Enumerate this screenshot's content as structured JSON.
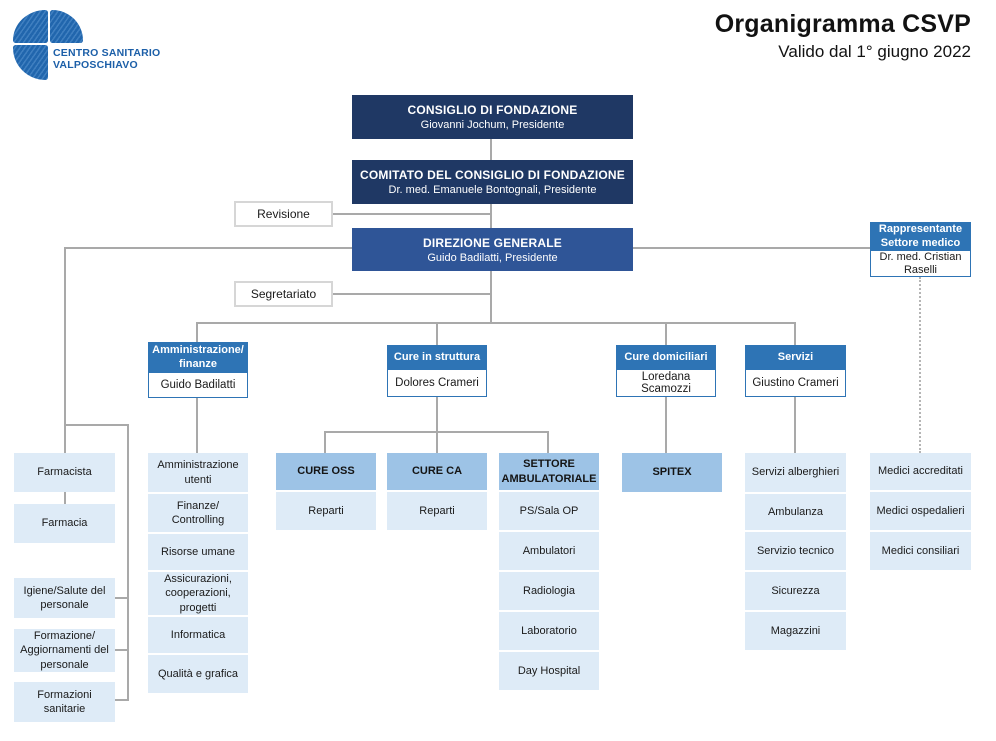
{
  "logo": {
    "line1": "CENTRO SANITARIO",
    "line2": "VALPOSCHIAVO"
  },
  "header": {
    "title": "Organigramma CSVP",
    "subtitle": "Valido dal 1° giugno 2022"
  },
  "colors": {
    "navy": "#1f3864",
    "direzione_blue": "#2f5597",
    "dept_blue": "#2e74b5",
    "mid_blue": "#9dc3e6",
    "pale_blue": "#deebf7",
    "line_gray": "#a9a9a9",
    "logo_blue": "#1c5fa8"
  },
  "boxes": {
    "consiglio": {
      "title": "CONSIGLIO DI FONDAZIONE",
      "person": "Giovanni Jochum, Presidente"
    },
    "comitato": {
      "title": "COMITATO DEL CONSIGLIO DI FONDAZIONE",
      "person": "Dr. med. Emanuele Bontognali, Presidente"
    },
    "revisione": {
      "label": "Revisione"
    },
    "direzione": {
      "title": "DIREZIONE GENERALE",
      "person": "Guido Badilatti, Presidente"
    },
    "segretariato": {
      "label": "Segretariato"
    },
    "rappresentante": {
      "title": "Rappresentante Settore medico",
      "person": "Dr. med. Cristian Raselli"
    }
  },
  "departments": [
    {
      "title": "Amministrazione/ finanze",
      "person": "Guido Badilatti"
    },
    {
      "title": "Cure in struttura",
      "person": "Dolores Crameri"
    },
    {
      "title": "Cure domiciliari",
      "person": "Loredana Scamozzi"
    },
    {
      "title": "Servizi",
      "person": "Giustino Crameri"
    }
  ],
  "columns": {
    "staff_left": {
      "farmacista": "Farmacista",
      "farmacia": "Farmacia",
      "hr_items": [
        "Igiene/Salute del personale",
        "Formazione/ Aggiornamenti del personale",
        "Formazioni sanitarie"
      ]
    },
    "amministrazione_items": [
      "Amministrazione utenti",
      "Finanze/ Controlling",
      "Risorse umane",
      "Assicurazioni, cooperazioni, progetti",
      "Informatica",
      "Qualità e grafica"
    ],
    "cure_oss": {
      "header": "CURE OSS",
      "items": [
        "Reparti"
      ]
    },
    "cure_ca": {
      "header": "CURE CA",
      "items": [
        "Reparti"
      ]
    },
    "settore_ambulatoriale": {
      "header": "SETTORE AMBULATORIALE",
      "items": [
        "PS/Sala OP",
        "Ambulatori",
        "Radiologia",
        "Laboratorio",
        "Day Hospital"
      ]
    },
    "spitex": {
      "header": "SPITEX"
    },
    "servizi_items": [
      "Servizi alberghieri",
      "Ambulanza",
      "Servizio tecnico",
      "Sicurezza",
      "Magazzini"
    ],
    "medici_items": [
      "Medici accreditati",
      "Medici ospedalieri",
      "Medici consiliari"
    ]
  }
}
